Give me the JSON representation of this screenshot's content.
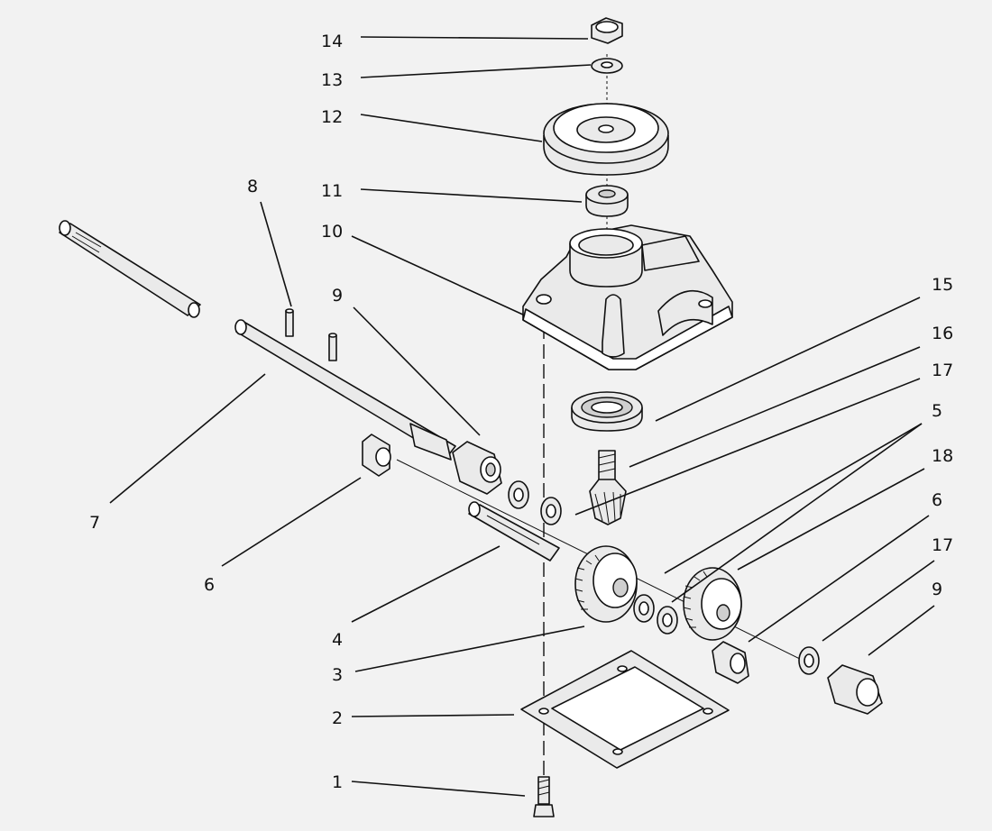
{
  "figure": {
    "labels": {
      "l1": "1",
      "l2": "2",
      "l3": "3",
      "l4": "4",
      "l5": "5",
      "l6a": "6",
      "l6b": "6",
      "l7": "7",
      "l8": "8",
      "l9a": "9",
      "l9b": "9",
      "l10": "10",
      "l11": "11",
      "l12": "12",
      "l13": "13",
      "l14": "14",
      "l15": "15",
      "l16": "16",
      "l17a": "17",
      "l17b": "17",
      "l18": "18"
    }
  }
}
